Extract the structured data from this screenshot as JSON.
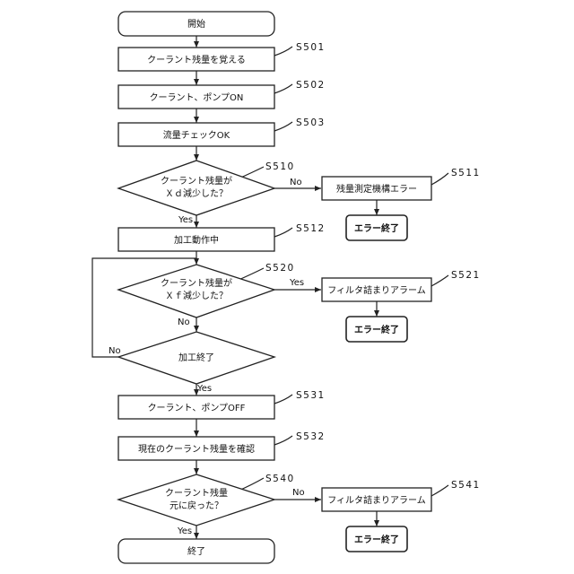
{
  "nodes": {
    "start": "開始",
    "s501": "クーラント残量を覚える",
    "s502": "クーラント、ポンプON",
    "s503": "流量チェックOK",
    "s510_l1": "クーラント残量が",
    "s510_l2": "Ｘｄ減少した？",
    "s511": "残量測定機構エラー",
    "err1": "エラー終了",
    "s512": "加工動作中",
    "s520_l1": "クーラント残量が",
    "s520_l2": "Ｘｆ減少した？",
    "s521": "フィルタ詰まりアラーム",
    "err2": "エラー終了",
    "proc_end": "加工終了",
    "s531": "クーラント、ポンプOFF",
    "s532": "現在のクーラント残量を確認",
    "s540_l1": "クーラント残量",
    "s540_l2": "元に戻った？",
    "s541": "フィルタ詰まりアラーム",
    "err3": "エラー終了",
    "end": "終了"
  },
  "steps": {
    "s501": "S501",
    "s502": "S502",
    "s503": "S503",
    "s510": "S510",
    "s511": "S511",
    "s512": "S512",
    "s520": "S520",
    "s521": "S521",
    "s531": "S531",
    "s532": "S532",
    "s540": "S540",
    "s541": "S541"
  },
  "labels": {
    "s510_no": "No",
    "s510_yes": "Yes",
    "s520_yes": "Yes",
    "s520_no": "No",
    "proc_no": "No",
    "proc_yes": "Yes",
    "s540_no": "No",
    "s540_yes": "Yes"
  }
}
